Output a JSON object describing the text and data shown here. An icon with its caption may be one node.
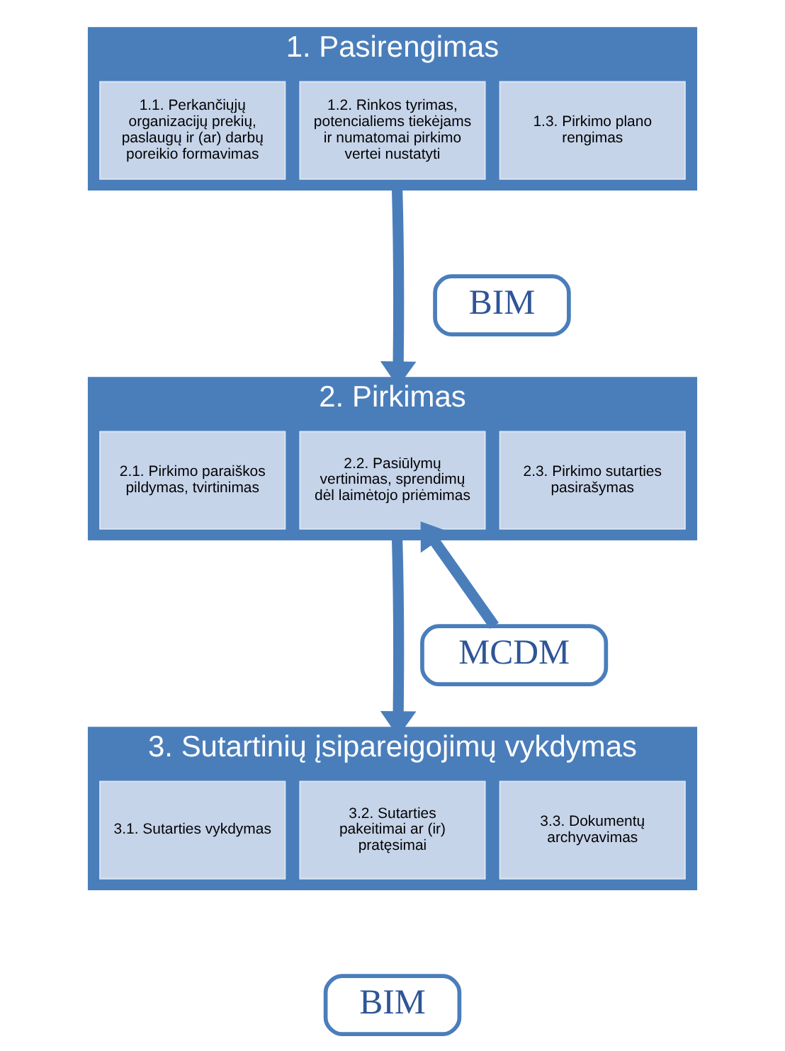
{
  "diagram": {
    "nodes": [
      {
        "text": [
          "1. Pasirengimas"
        ]
      },
      {
        "text": [
          "1.1. Perkančiųjų organizacijų prekių, paslaugų ir (ar) darbų poreikio formavimas"
        ],
        "in": 0
      },
      {
        "text": [
          "1.2. Rinkos tyrimas, potencialiems tiekėjams ir numatomai pirkimo vertei nustatyti"
        ],
        "in": 0
      },
      {
        "text": [
          "1.3. Pirkimo plano rengimas"
        ],
        "in": 0
      },
      {
        "text": [
          "BIM"
        ]
      },
      {
        "text": [
          "2. Pirkimas"
        ]
      },
      {
        "text": [
          "2.1. Pirkimo paraiškos pildymas, tvirtinimas"
        ],
        "in": 5
      },
      {
        "text": [
          "2.2. Pasiūlymų vertinimas, sprendimų dėl laimėtojo priėmimas"
        ],
        "in": 5
      },
      {
        "text": [
          "2.3. Pirkimo sutarties pasirašymas"
        ],
        "in": 5
      },
      {
        "text": [
          "MCDM"
        ]
      },
      {
        "text": [
          "3. Sutartinių įsipareigojimų vykdymas"
        ]
      },
      {
        "text": [
          "3.1. Sutarties vykdymas"
        ],
        "in": 10
      },
      {
        "text": [
          "3.2. Sutarties pakeitimai ar (ir) pratęsimai"
        ],
        "in": 10
      },
      {
        "text": [
          "3.3. Dokumentų archyvavimas"
        ],
        "in": 10
      },
      {
        "text": [
          "BIM"
        ]
      }
    ],
    "edges": [
      {
        "from": 0,
        "to": 5,
        "arrow": "to"
      },
      {
        "from": 5,
        "to": 10,
        "arrow": "to"
      },
      {
        "from": 9,
        "to": 7,
        "arrow": "to"
      }
    ]
  }
}
